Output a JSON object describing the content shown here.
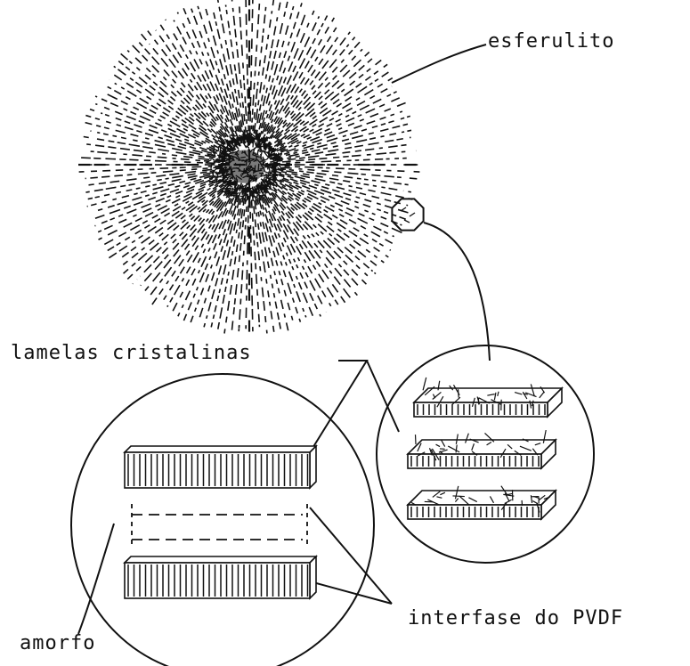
{
  "labels": {
    "spherulite": "esferulito",
    "crystalline_lamellae": "lamelas cristalinas",
    "interphase": "interfase do PVDF",
    "amorphous": "amorfo"
  },
  "colors": {
    "ink": "#111111",
    "background": "#ffffff"
  }
}
